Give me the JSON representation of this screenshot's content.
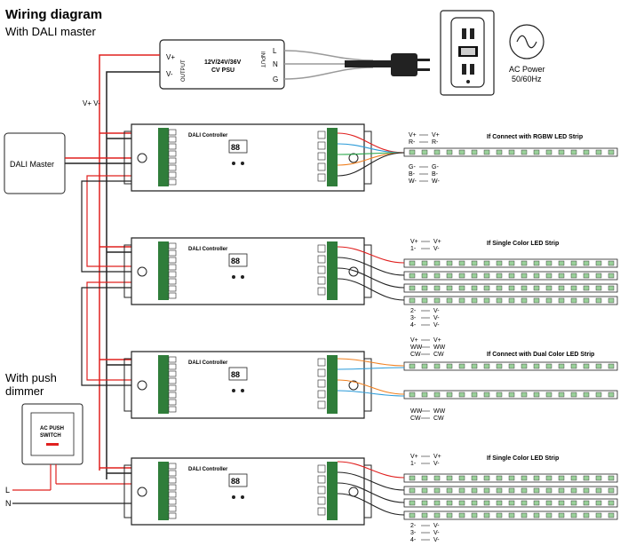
{
  "header": {
    "title": "Wiring diagram",
    "subtitle": "With DALI master"
  },
  "psu": {
    "model": "12V/24V/36V",
    "type": "CV PSU",
    "output_label": "OUTPUT",
    "input_label": "INPUT",
    "out_plus": "V+",
    "out_minus": "V-",
    "in_l": "L",
    "in_n": "N",
    "in_g": "G",
    "bus_label": "V+  V-"
  },
  "ac_power": {
    "label": "AC Power",
    "freq": "50/60Hz"
  },
  "dali_master": {
    "label": "DALI Master"
  },
  "push_dimmer": {
    "label_line1": "With push",
    "label_line2": "dimmer",
    "switch_line1": "AC PUSH",
    "switch_line2": "SWITCH",
    "l": "L",
    "n": "N"
  },
  "controller": {
    "label": "DALI Controller",
    "display": "88"
  },
  "strips": [
    {
      "heading": "If Connect with RGBW LED Strip",
      "top_labels": [
        [
          "V+",
          "V+"
        ],
        [
          "R-",
          "R-"
        ]
      ],
      "bottom_labels": [
        [
          "G-",
          "G-"
        ],
        [
          "B-",
          "B-"
        ],
        [
          "W-",
          "W-"
        ]
      ]
    },
    {
      "heading": "If Single Color LED Strip",
      "top_labels": [
        [
          "V+",
          "V+"
        ],
        [
          "1-",
          "V-"
        ]
      ],
      "bottom_labels": [
        [
          "2-",
          "V-"
        ],
        [
          "3-",
          "V-"
        ],
        [
          "4-",
          "V-"
        ]
      ]
    },
    {
      "heading": "If Connect with Dual Color LED Strip",
      "top_labels": [
        [
          "V+",
          "V+"
        ],
        [
          "WW",
          "WW"
        ],
        [
          "CW",
          "CW"
        ]
      ],
      "bottom_labels": [
        [
          "WW",
          "WW"
        ],
        [
          "CW",
          "CW"
        ]
      ]
    },
    {
      "heading": "If Single Color LED Strip",
      "top_labels": [
        [
          "V+",
          "V+"
        ],
        [
          "1-",
          "V-"
        ]
      ],
      "bottom_labels": [
        [
          "2-",
          "V-"
        ],
        [
          "3-",
          "V-"
        ],
        [
          "4-",
          "V-"
        ]
      ]
    }
  ],
  "colors": {
    "red_wire": "#e0201f",
    "black_wire": "#222222",
    "gray_wire": "#9a9a9a",
    "terminal_green": "#2f7d3a",
    "strip_green": "#9ad19a",
    "orange_wire": "#f08020",
    "blue_wire": "#2a9ad8",
    "green_wire": "#2aa84a"
  }
}
